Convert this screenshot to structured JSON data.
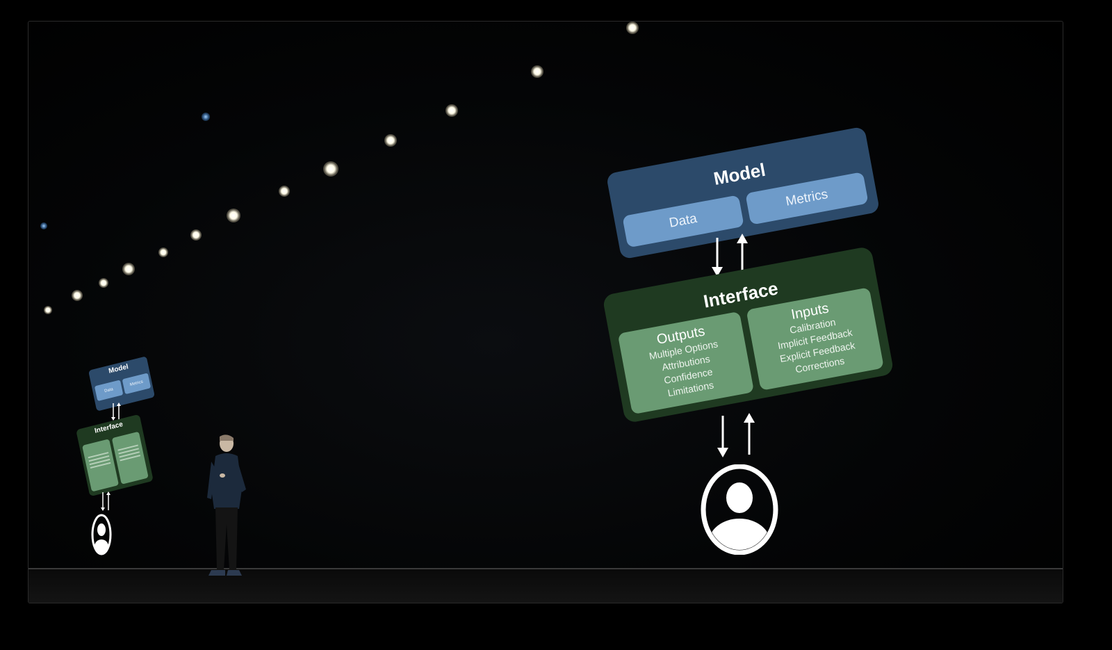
{
  "diagram": {
    "model": {
      "title": "Model",
      "chips": [
        "Data",
        "Metrics"
      ]
    },
    "interface": {
      "title": "Interface",
      "outputs": {
        "title": "Outputs",
        "items": [
          "Multiple Options",
          "Attributions",
          "Confidence",
          "Limitations"
        ]
      },
      "inputs": {
        "title": "Inputs",
        "items": [
          "Calibration",
          "Implicit Feedback",
          "Explicit Feedback",
          "Corrections"
        ]
      }
    },
    "user_icon": "person-circle-icon"
  },
  "colors": {
    "model_panel": "#2c4a6a",
    "model_chip": "#6e9bc9",
    "interface_panel": "#1f3a21",
    "interface_chip": "#6a9b73",
    "background": "#000000"
  }
}
